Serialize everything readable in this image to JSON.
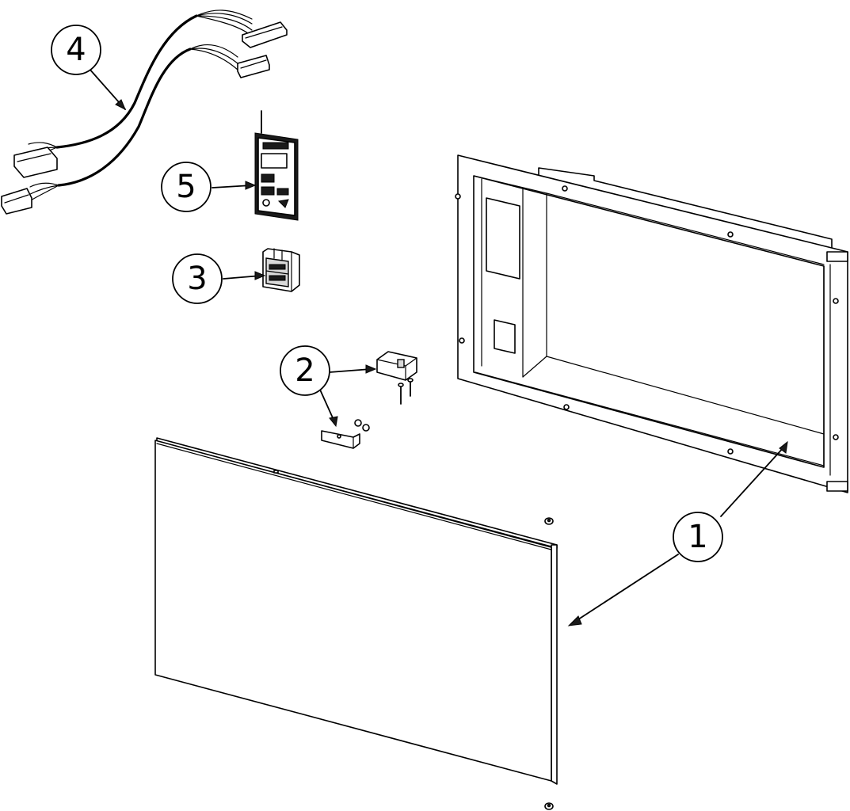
{
  "callouts": [
    {
      "id": "1",
      "label": "1",
      "part": "frame-and-door-panel"
    },
    {
      "id": "2",
      "label": "2",
      "part": "latch-assembly"
    },
    {
      "id": "3",
      "label": "3",
      "part": "rocker-switch"
    },
    {
      "id": "4",
      "label": "4",
      "part": "wire-harness"
    },
    {
      "id": "5",
      "label": "5",
      "part": "control-board"
    }
  ],
  "colors": {
    "line": "#000000",
    "background": "#ffffff",
    "fill_grey": "#d9d9d9"
  }
}
